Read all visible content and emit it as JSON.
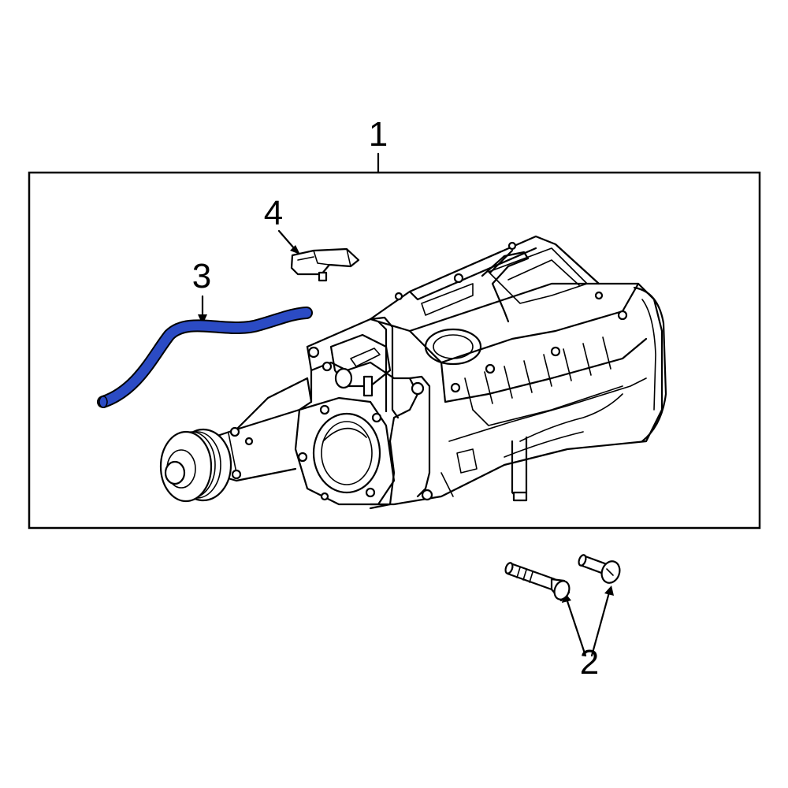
{
  "callouts": {
    "assembly": "1",
    "bolts": "2",
    "hose": "3",
    "sensor": "4"
  },
  "colors": {
    "highlight": "#2B4BC4",
    "line": "#000000",
    "background": "#FFFFFF"
  }
}
